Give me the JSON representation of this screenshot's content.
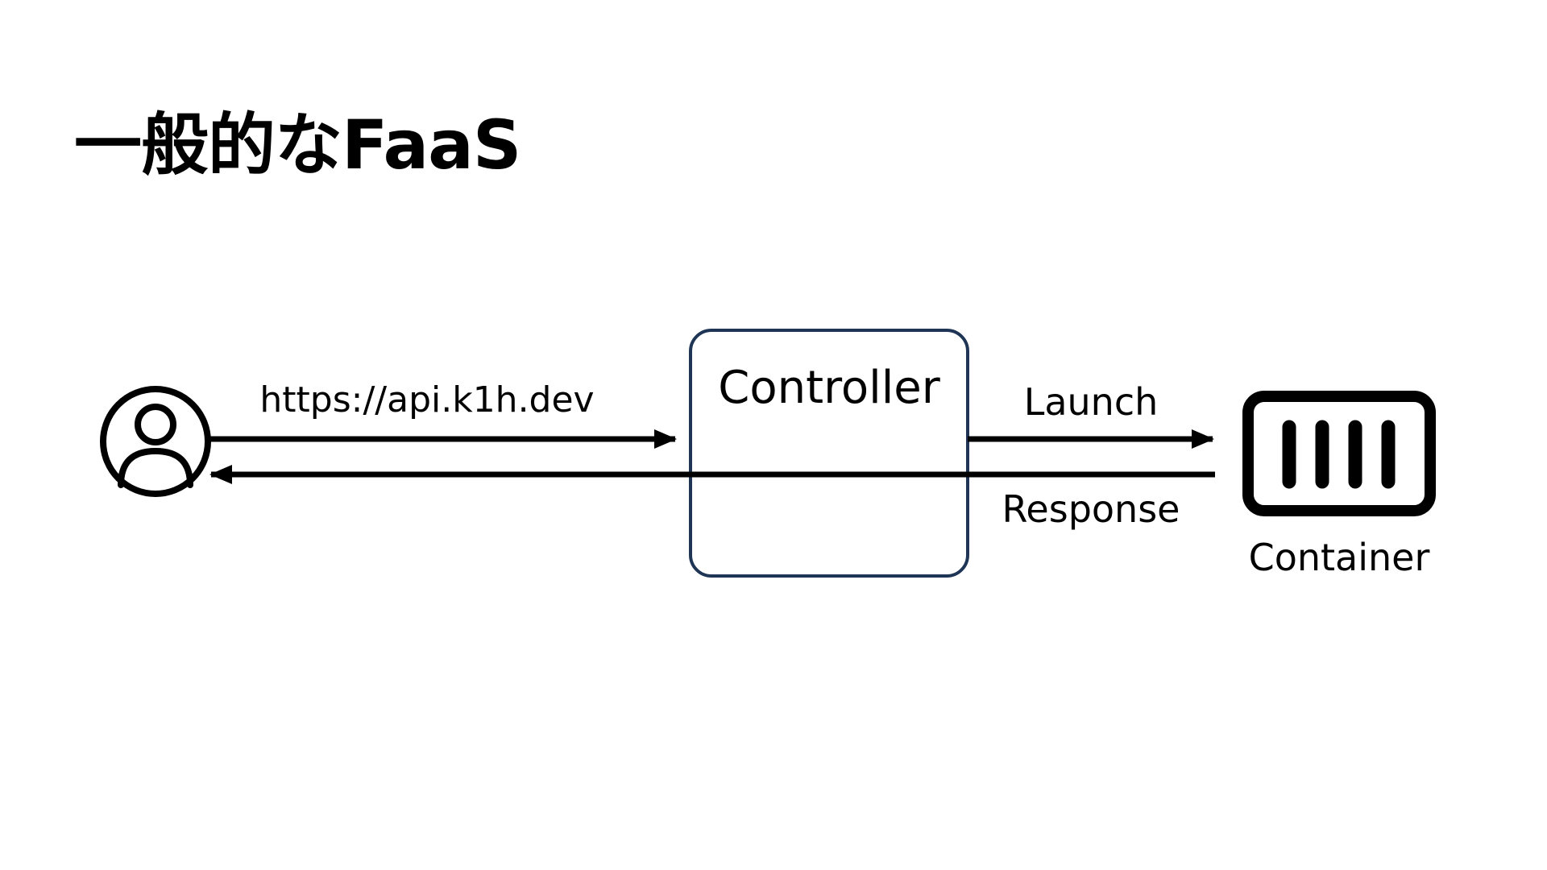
{
  "title": "一般的なFaaS",
  "colors": {
    "line": "#000000",
    "controller_border": "#1f3556",
    "background": "#ffffff"
  },
  "nodes": {
    "user": {
      "icon": "user-icon"
    },
    "controller": {
      "label": "Controller"
    },
    "container": {
      "icon": "container-icon",
      "label": "Container"
    }
  },
  "edges": {
    "request": {
      "label": "https://api.k1h.dev"
    },
    "launch": {
      "label": "Launch"
    },
    "response": {
      "label": "Response"
    }
  }
}
